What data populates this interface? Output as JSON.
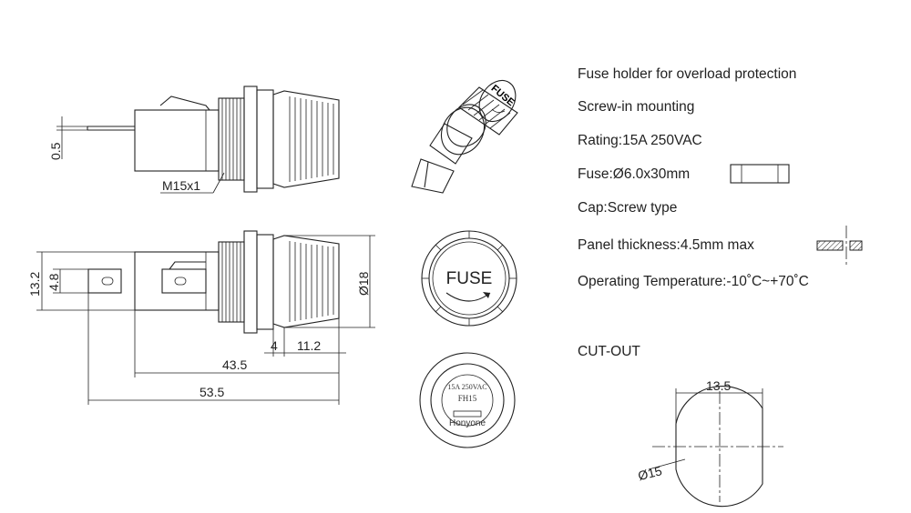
{
  "specs": {
    "purpose": "Fuse holder for overload protection",
    "mounting": "Screw-in mounting",
    "rating": "Rating:15A 250VAC",
    "fuse": "Fuse:Ø6.0x30mm",
    "cap": "Cap:Screw type",
    "panel": "Panel thickness:4.5mm max",
    "temperature": "Operating Temperature:-10˚C~+70˚C"
  },
  "cutout": {
    "title": "CUT-OUT",
    "width": "13.5",
    "diameter": "Ø15"
  },
  "dimensions": {
    "terminal_thickness": "0.5",
    "thread": "M15x1",
    "height": "13.2",
    "terminal_width": "4.8",
    "cap_diameter": "Ø18",
    "flange": "4",
    "cap_length": "11.2",
    "body_length": "43.5",
    "overall_length": "53.5"
  },
  "cap_front": {
    "label": "FUSE"
  },
  "cap_inner": {
    "rating": "15A 250VAC",
    "model": "FH15",
    "brand": "Honyone"
  },
  "iso_cap": {
    "label": "FUSE"
  }
}
